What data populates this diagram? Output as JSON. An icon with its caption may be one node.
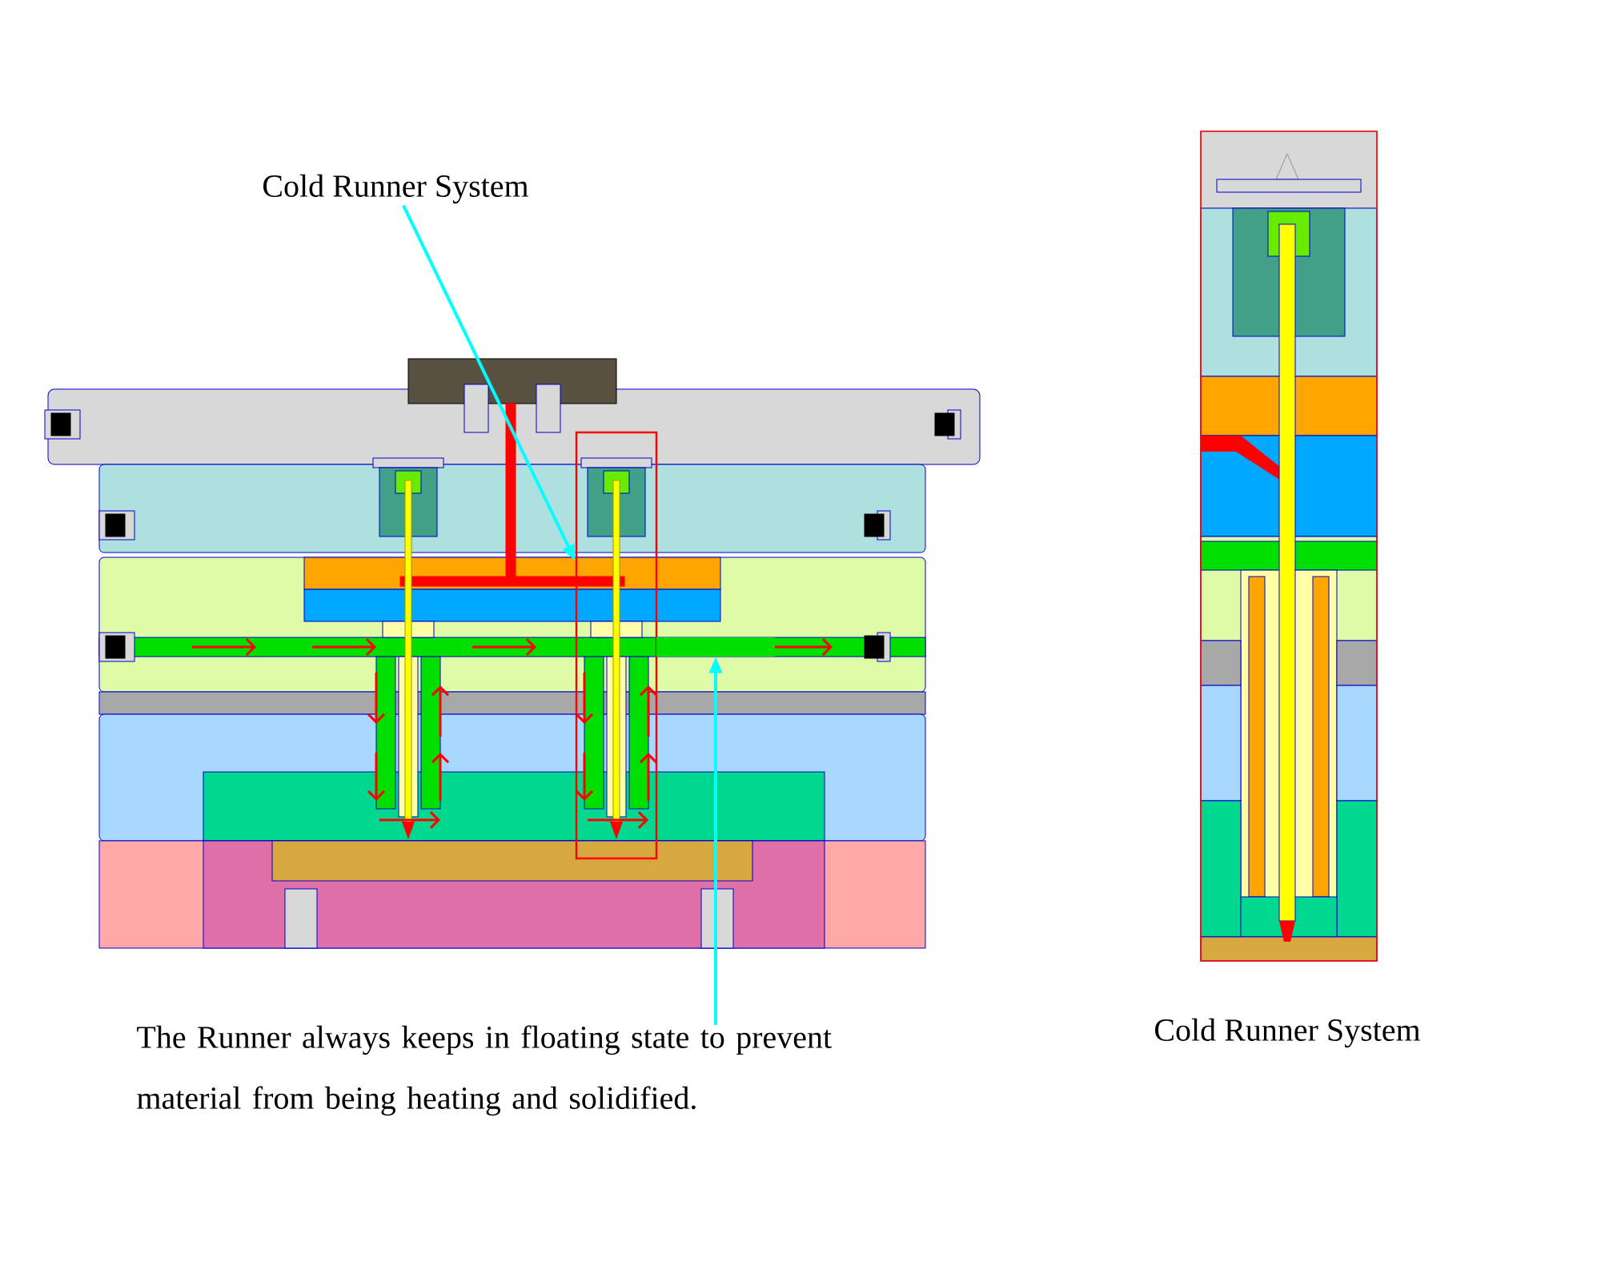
{
  "diagram": {
    "nodes": [
      {
        "text": [
          "Cold Runner System"
        ]
      },
      {
        "text": [],
        "shape": "box"
      },
      {
        "text": [
          "The Runner always keeps in floating state to prevent material from being heating and solidified."
        ]
      },
      {
        "text": [],
        "shape": "bar"
      }
    ],
    "edges": [
      {
        "from": 0,
        "to": 1,
        "arrow": "to"
      },
      {
        "from": 2,
        "to": 3,
        "arrow": "to"
      }
    ],
    "labels": [
      "Cold Runner System"
    ]
  }
}
